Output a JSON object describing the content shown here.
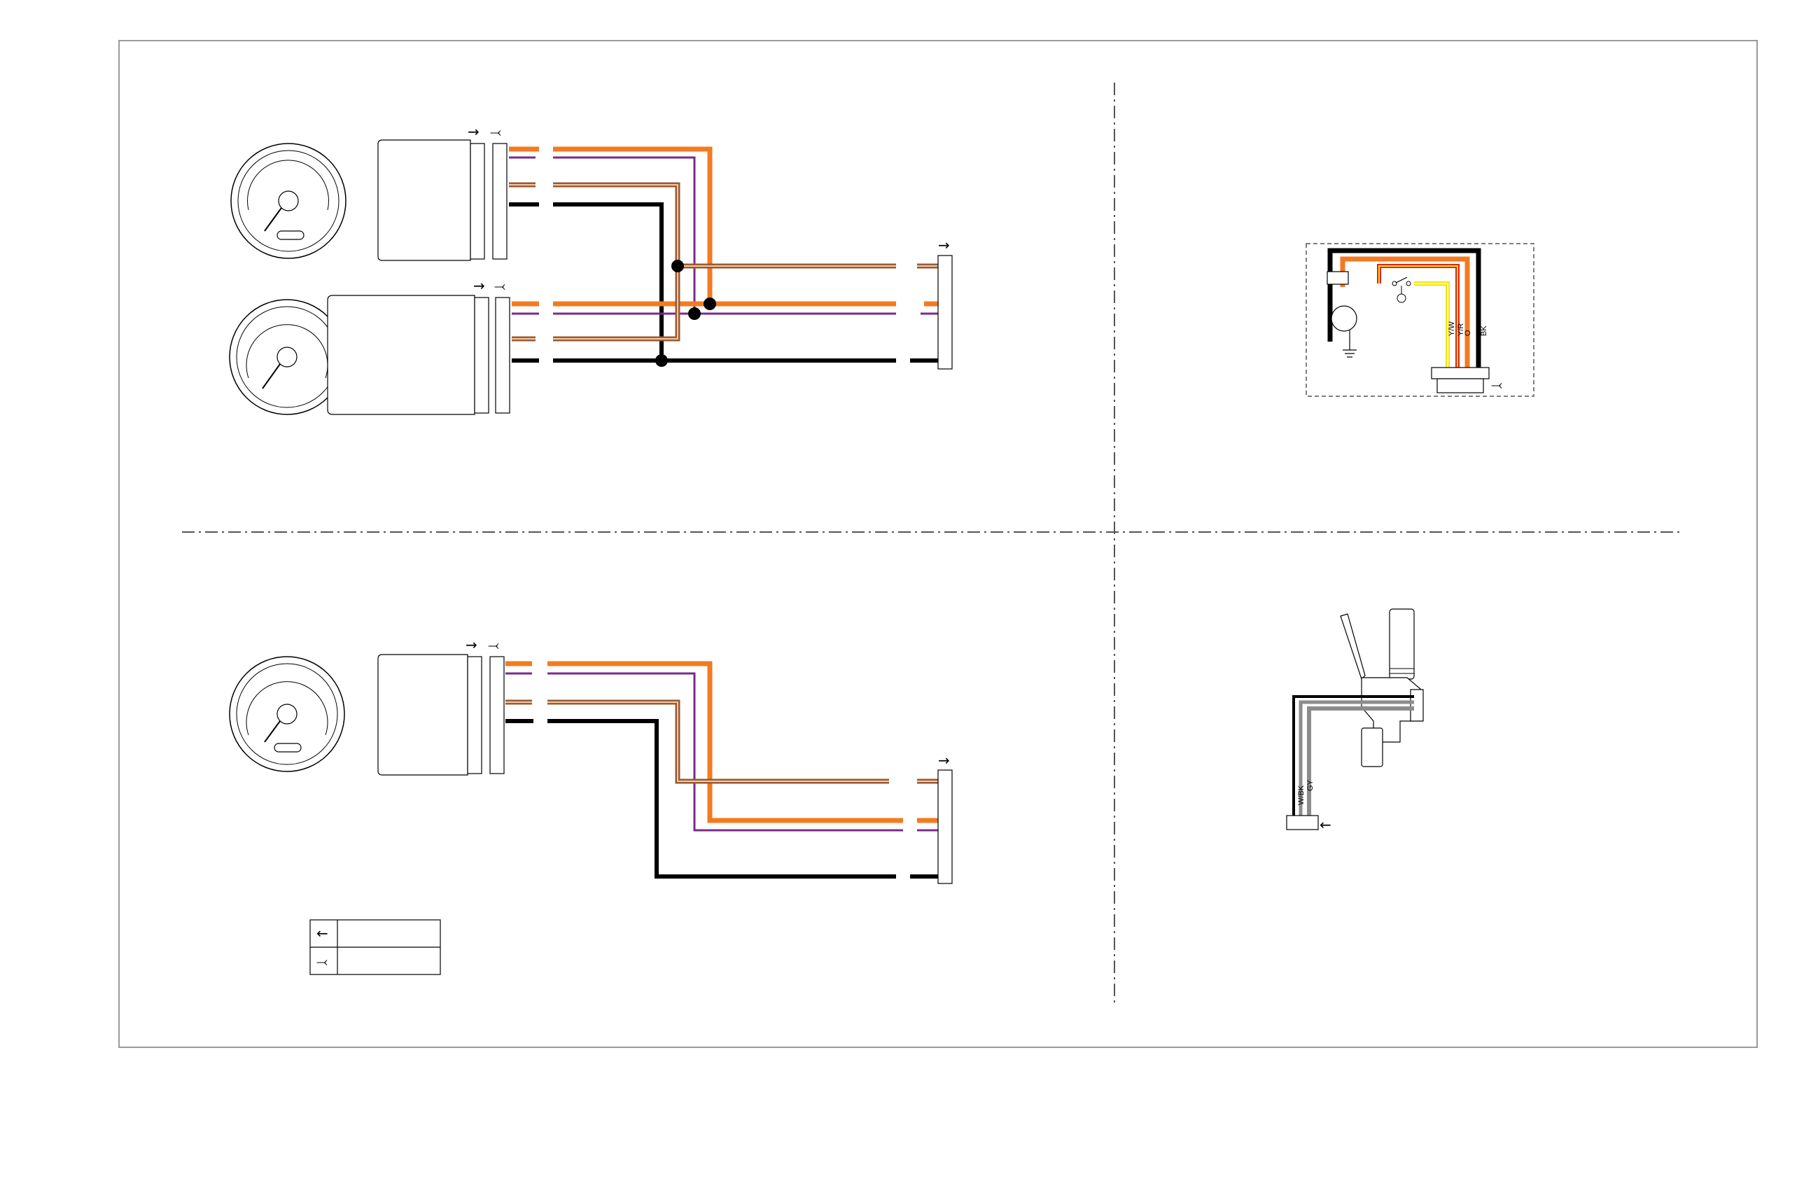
{
  "colors": {
    "orange": "#f47a20",
    "violet": "#7b2a8c",
    "brown": "#9a5a32",
    "black": "#000000",
    "yellow": "#f5e400",
    "red": "#e0231b",
    "gray": "#8c8c8c",
    "frame": "#9a9a9a"
  },
  "symbols": {
    "male_terminal": "→",
    "female_terminal": "⤙",
    "legend_male": "←",
    "legend_female": "⤙"
  },
  "wire_labels": {
    "fuel_sender": [
      "O",
      "Y/W",
      "Y/R",
      "BK"
    ],
    "handlebar_switch": [
      "W/BK",
      "GY"
    ]
  },
  "legend": {
    "rows": [
      {
        "icon": "male-terminal-icon",
        "text": ""
      },
      {
        "icon": "female-terminal-icon",
        "text": ""
      }
    ]
  }
}
